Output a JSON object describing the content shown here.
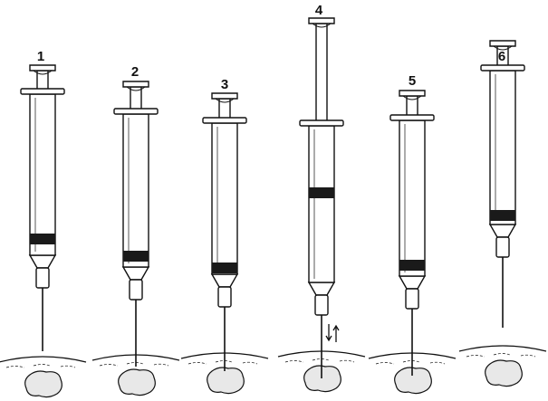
{
  "figure": {
    "panels": [
      {
        "label": "1"
      },
      {
        "label": "2"
      },
      {
        "label": "3"
      },
      {
        "label": "4"
      },
      {
        "label": "5"
      },
      {
        "label": "6"
      }
    ],
    "colors": {
      "ink": "#111111",
      "band": "#1a1a1a",
      "lump": "#e8e8e8"
    }
  }
}
